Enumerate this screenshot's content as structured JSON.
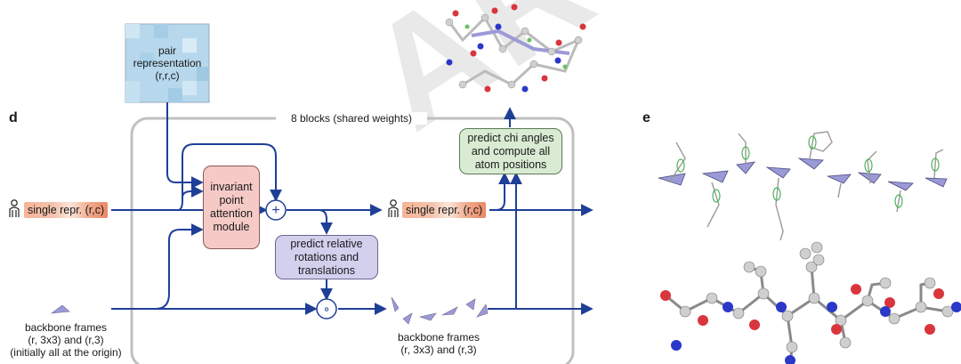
{
  "watermark": "ARTICLE",
  "panels": {
    "d": "d",
    "e": "e"
  },
  "pair_repr": {
    "label": "pair\nrepresentation\n(r,r,c)"
  },
  "blocks_label": "8 blocks (shared weights)",
  "ipa": {
    "label": "invariant\npoint\nattention\nmodule"
  },
  "plus": "+",
  "compose": "∘",
  "predict_rt": {
    "label": "predict relative\nrotations and\ntranslations"
  },
  "predict_chi": {
    "label": "predict chi angles\nand compute all\natom positions"
  },
  "single_in": "single repr. (r,c)",
  "single_out": "single repr. (r,c)",
  "bb_in": "backbone frames\n(r, 3x3) and (r,3)\n(initially all at the origin)",
  "bb_out": "backbone frames\n(r, 3x3) and (r,3)",
  "colors": {
    "arrow": "#1f3f97",
    "ipa_fill": "#f4c9c6",
    "ipa_stroke": "#8a5a58",
    "rt_fill": "#d3d0ee",
    "rt_stroke": "#6a6690",
    "chi_fill": "#d9ecd3",
    "chi_stroke": "#5b7a55",
    "block_outline": "#c0c0c0",
    "frame": "#9c9ad6"
  }
}
